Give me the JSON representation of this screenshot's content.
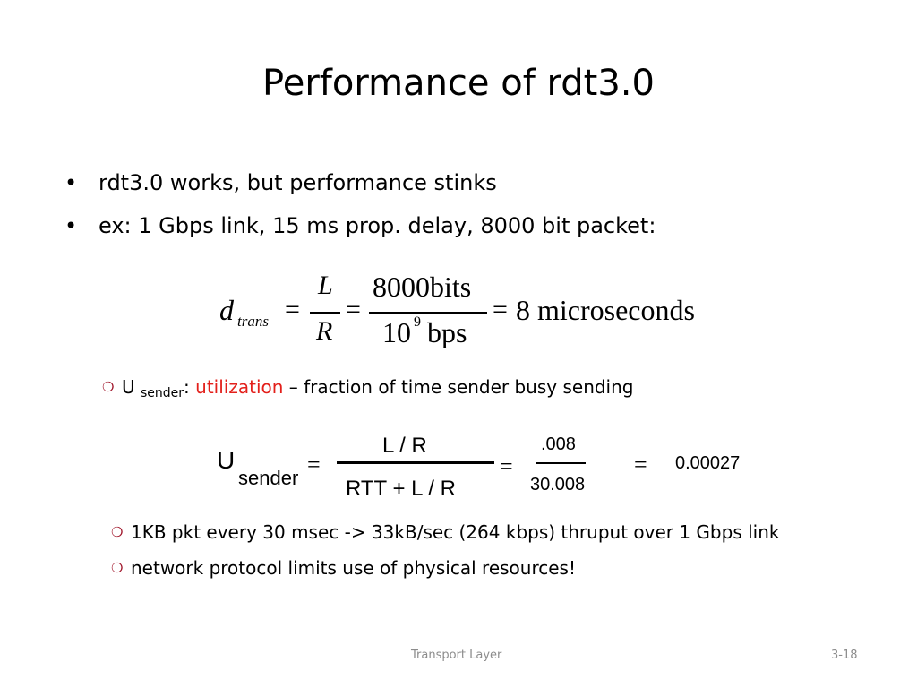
{
  "title": "Performance of rdt3.0",
  "bullets": [
    "rdt3.0 works, but performance stinks",
    "ex: 1 Gbps link, 15 ms prop. delay, 8000 bit packet:"
  ],
  "formula_trans": {
    "d": "d",
    "subscript": "trans",
    "eq1": "=",
    "num_L": "L",
    "den_R": "R",
    "eq2": "=",
    "num_bits": "8000bits",
    "den_base": "10",
    "den_exp": "9",
    "den_unit": "bps",
    "eq3": "=",
    "result": "8 microseconds"
  },
  "utilization_item": {
    "marker": "❍",
    "u": "U",
    "sub": "sender",
    "colon": ":",
    "term": "utilization",
    "rest": " – fraction of time sender busy sending",
    "term_color": "#e3201b"
  },
  "formula_util": {
    "u": "U",
    "sub": "sender",
    "eq1": "=",
    "num": "L / R",
    "den": "RTT + L / R",
    "eq2": "=",
    "num2": ".008",
    "den2": "30.008",
    "eq3": "=",
    "result": "0.00027"
  },
  "sub_items": [
    "1KB pkt every 30 msec -> 33kB/sec (264 kbps) thruput over 1 Gbps link",
    "network protocol limits use of physical resources!"
  ],
  "footer": {
    "left": "Transport Layer",
    "right": "3-18"
  },
  "colors": {
    "marker": "#a0152a",
    "highlight": "#e3201b",
    "footer": "#8c8c8c"
  }
}
